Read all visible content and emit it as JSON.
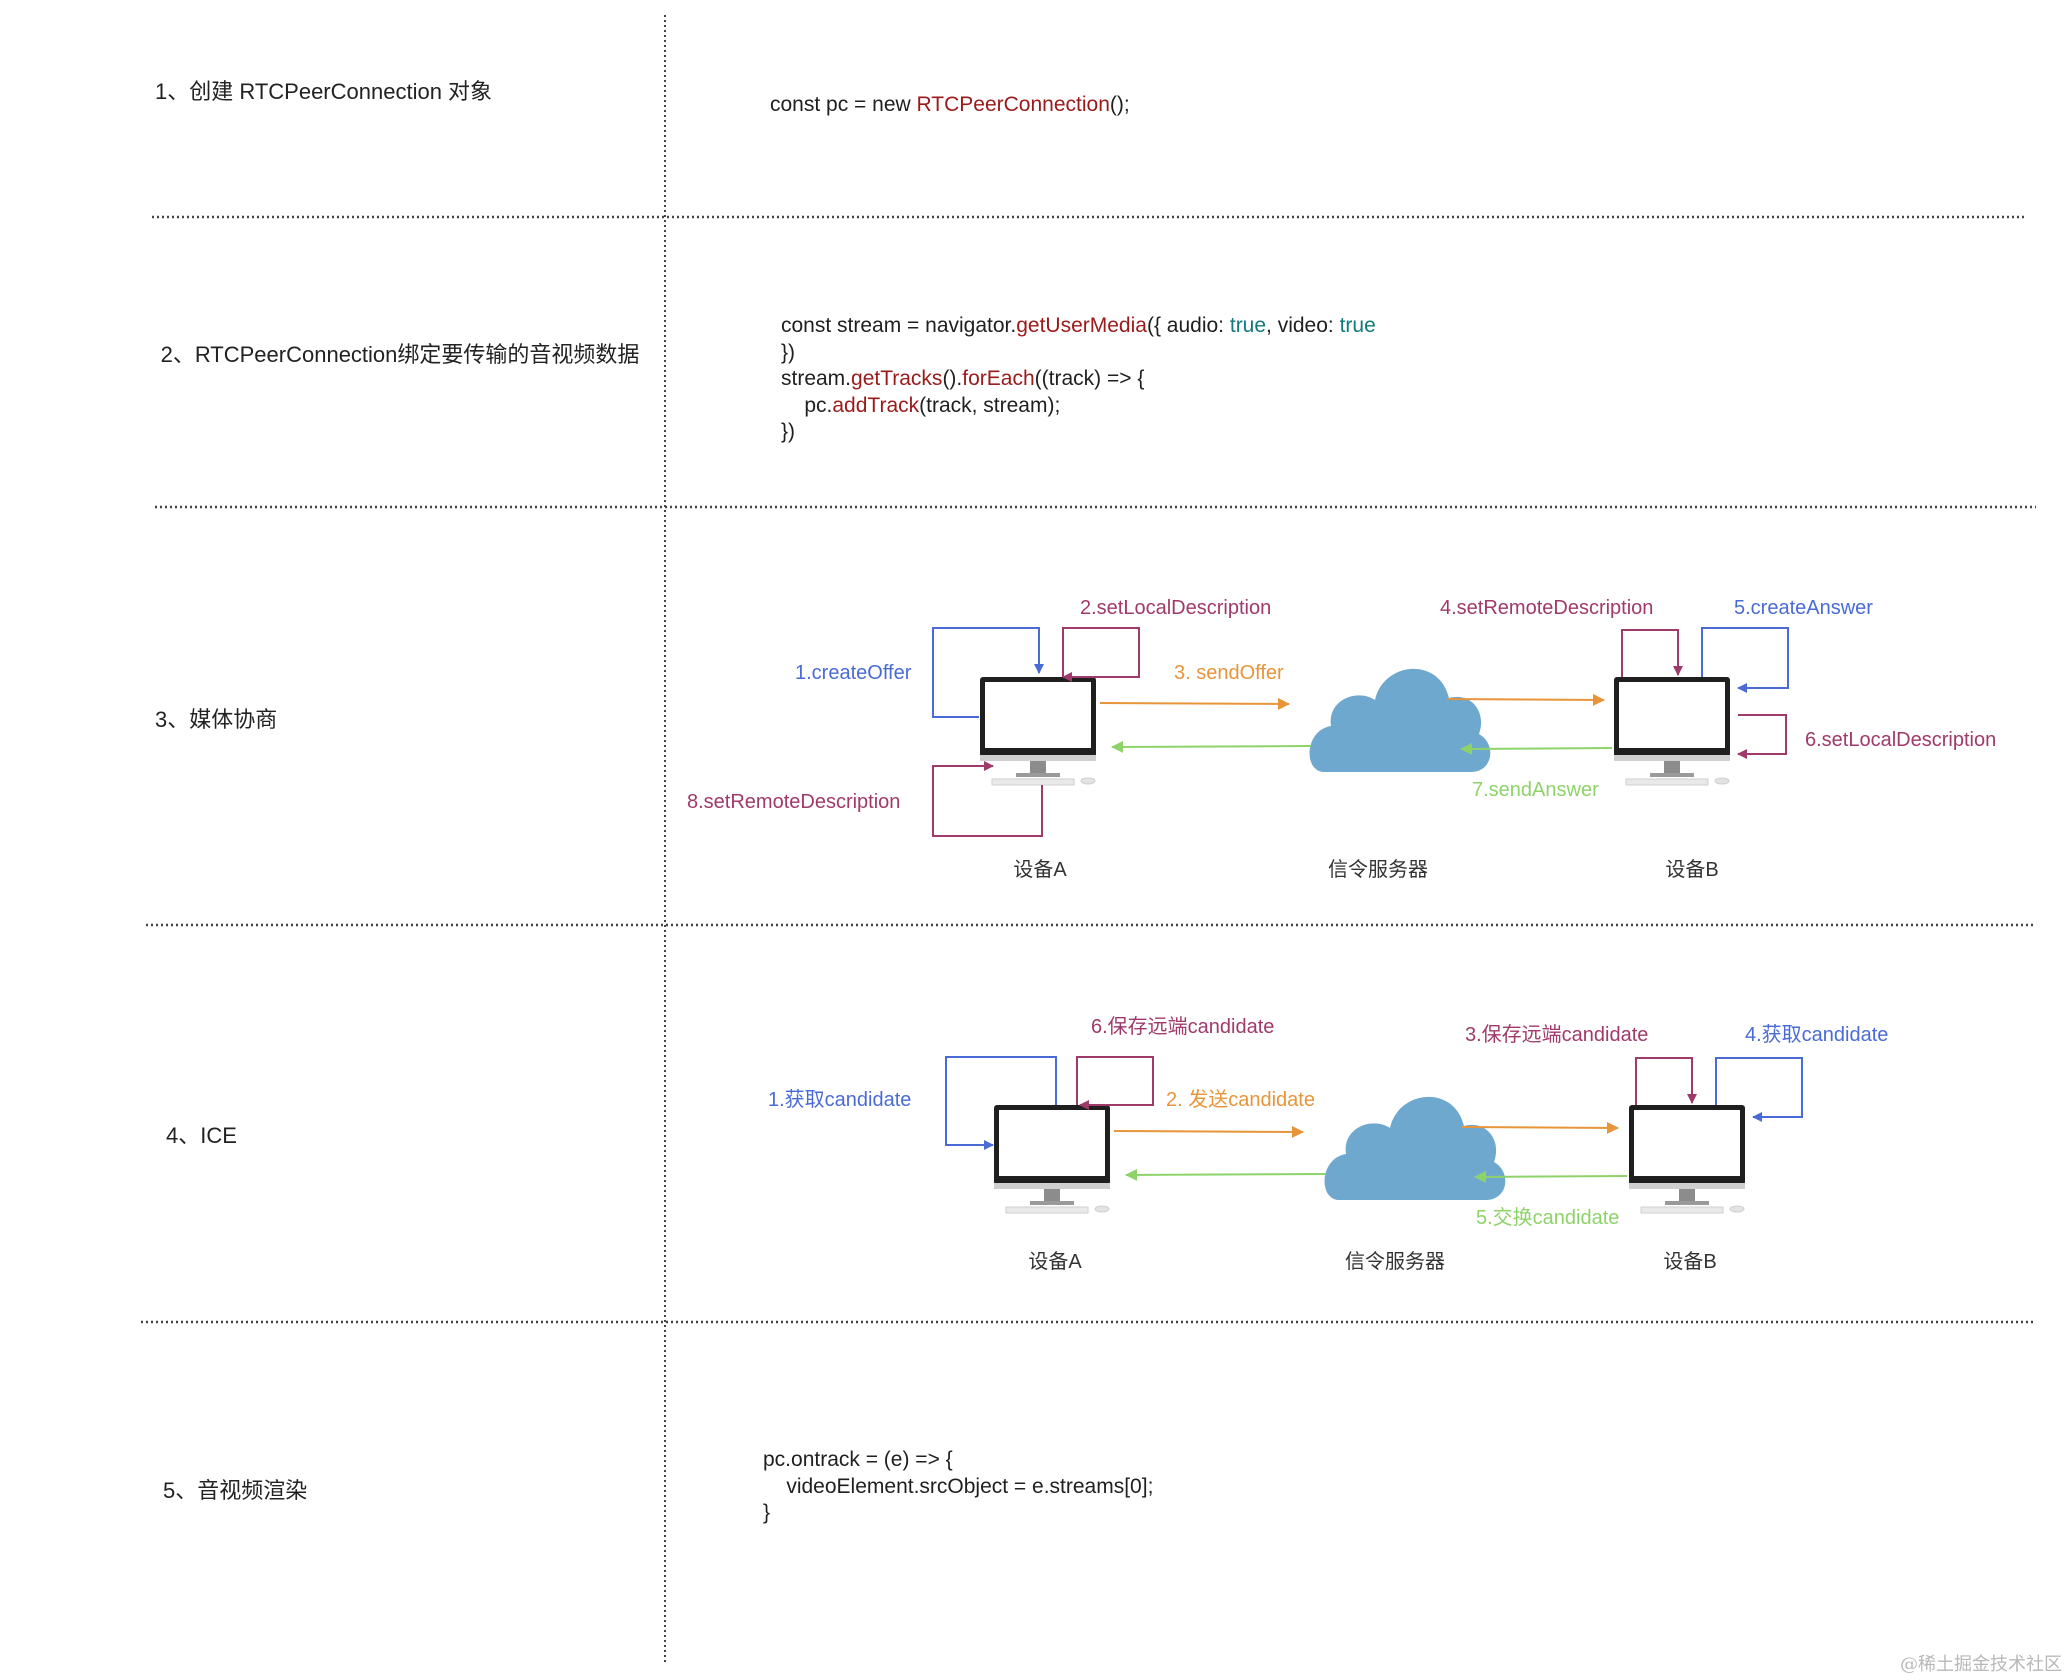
{
  "steps": [
    {
      "id": "1",
      "label": "1、创建 RTCPeerConnection 对象"
    },
    {
      "id": "2",
      "label": "2、RTCPeerConnection绑定要传输的音视频数据"
    },
    {
      "id": "3",
      "label": "3、媒体协商"
    },
    {
      "id": "4",
      "label": "4、ICE"
    },
    {
      "id": "5",
      "label": "5、音视频渲染"
    }
  ],
  "code": {
    "create_pc": {
      "prefix": "const pc = new ",
      "call": "RTCPeerConnection",
      "suffix": "();"
    },
    "bind_media": {
      "l1_a": "const stream = navigator.",
      "l1_fn": "getUserMedia",
      "l1_b": "({ audio: ",
      "l1_true1": "true",
      "l1_c": ", video: ",
      "l1_true2": "true",
      "l2": "})",
      "l3_a": "stream.",
      "l3_fn1": "getTracks",
      "l3_b": "().",
      "l3_fn2": "forEach",
      "l3_c": "((track) => {",
      "l4_a": "    pc.",
      "l4_fn": "addTrack",
      "l4_b": "(track, stream);",
      "l5": "})"
    },
    "render": {
      "l1": "pc.ontrack = (e) => {",
      "l2": "    videoElement.srcObject = e.streams[0];",
      "l3": "}"
    }
  },
  "negotiation": {
    "device_a": "设备A",
    "server": "信令服务器",
    "device_b": "设备B",
    "steps": {
      "create_offer": "1.createOffer",
      "set_local_a": "2.setLocalDescription",
      "send_offer": "3. sendOffer",
      "set_remote_b": "4.setRemoteDescription",
      "create_answer": "5.createAnswer",
      "set_local_b": "6.setLocalDescription",
      "send_answer": "7.sendAnswer",
      "set_remote_a": "8.setRemoteDescription"
    }
  },
  "ice": {
    "device_a": "设备A",
    "server": "信令服务器",
    "device_b": "设备B",
    "steps": {
      "get_a": "1.获取candidate",
      "send": "2. 发送candidate",
      "save_b": "3.保存远端candidate",
      "get_b": "4.获取candidate",
      "exchange": "5.交换candidate",
      "save_a": "6.保存远端candidate"
    }
  },
  "watermark": "@稀土掘金技术社区",
  "colors": {
    "blue": "#4a6bd6",
    "purple": "#a03a6a",
    "orange": "#e8943a",
    "green": "#8ed36a",
    "cloud": "#6ea8cf",
    "code_keyword": "#9b1a1a",
    "code_literal": "#127a7a",
    "divider": "#444444"
  }
}
